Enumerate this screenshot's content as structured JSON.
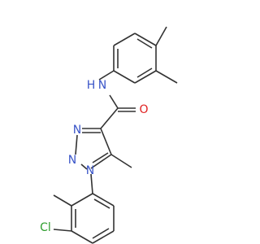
{
  "molecule": {
    "atoms": {
      "nh": {
        "label": "N",
        "h": "H",
        "color": "#3a55c8"
      },
      "o": {
        "label": "O",
        "color": "#e02020"
      },
      "n_triazole_1": {
        "label": "N",
        "color": "#3a55c8"
      },
      "n_triazole_2": {
        "label": "N",
        "color": "#3a55c8"
      },
      "n_triazole_3": {
        "label": "N",
        "color": "#3a55c8"
      },
      "cl": {
        "label": "Cl",
        "color": "#2e9e2e"
      }
    },
    "bond_color": "#333333"
  }
}
